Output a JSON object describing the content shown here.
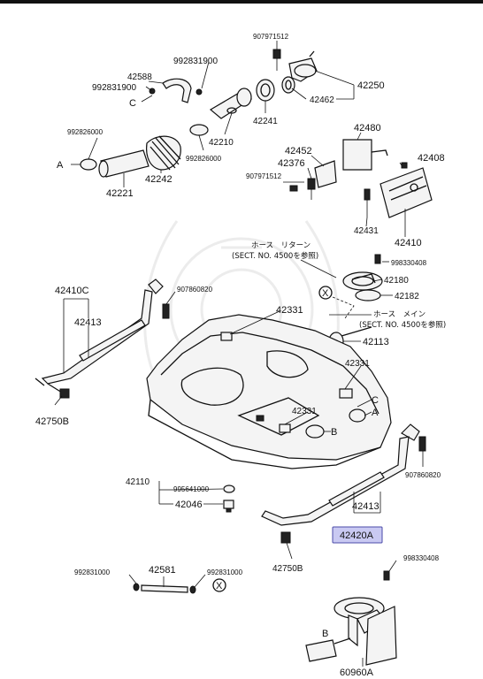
{
  "labels": {
    "p907971512_top": "907971512",
    "p992831900_a": "992831900",
    "p42588": "42588",
    "p992831900_b": "992831900",
    "c_a": "C",
    "p42250": "42250",
    "p42462": "42462",
    "p42241": "42241",
    "p992826000_a": "992826000",
    "p42210": "42210",
    "a_a": "A",
    "p42242": "42242",
    "p992826000_b": "992826000",
    "p42221": "42221",
    "p42480": "42480",
    "p42452": "42452",
    "p42376": "42376",
    "p907971512_mid": "907971512",
    "p42408": "42408",
    "p42431": "42431",
    "p42410": "42410",
    "note_return_1": "ホース　リターン",
    "note_return_2": "(SECT. NO. 4500を参照)",
    "p998330408_a": "998330408",
    "x_a": "X",
    "p42180": "42180",
    "p42182": "42182",
    "note_main_1": "ホース　メイン",
    "note_main_2": "(SECT. NO. 4500を参照)",
    "p42113": "42113",
    "p42410C": "42410C",
    "p907860820_a": "907860820",
    "p42413_a": "42413",
    "p42331_a": "42331",
    "p42331_b": "42331",
    "c_b": "C",
    "a_b": "A",
    "p42331_c": "42331",
    "b_a": "B",
    "p42750B_a": "42750B",
    "p907860820_b": "907860820",
    "p42110": "42110",
    "p995641000": "995641000",
    "p42046": "42046",
    "p42413_b": "42413",
    "p42420A": "42420A",
    "p42750B_b": "42750B",
    "p992831000_a": "992831000",
    "p42581": "42581",
    "p992831000_b": "992831000",
    "x_b": "X",
    "p998330408_b": "998330408",
    "b_b": "B",
    "p60960A": "60960A"
  },
  "highlight": {
    "part": "42420A",
    "fill": "#c9c9f2",
    "stroke": "#4a4aa8"
  }
}
